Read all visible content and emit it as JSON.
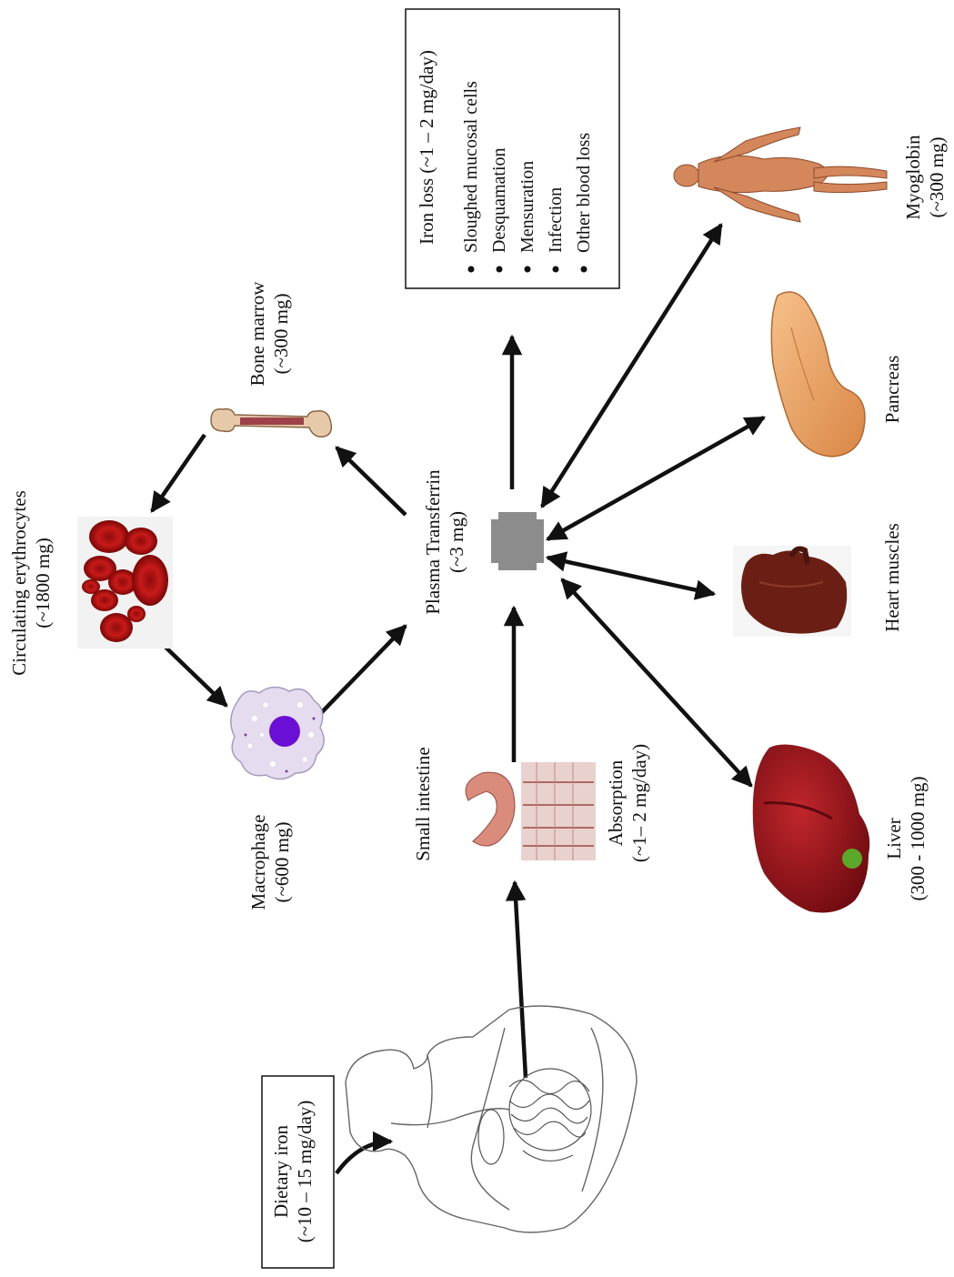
{
  "dietary_iron": {
    "line1": "Dietary iron",
    "line2": "(~10 – 15 mg/day)"
  },
  "small_intestine": {
    "label": "Small intestine"
  },
  "absorption": {
    "line1": "Absorption",
    "line2": "(~1– 2 mg/day)"
  },
  "plasma_transferrin": {
    "line1": "Plasma Transferrin",
    "line2": "(~3 mg)"
  },
  "macrophage": {
    "line1": "Macrophage",
    "line2": "(~600 mg)"
  },
  "erythrocytes": {
    "line1": "Circulating erythrocytes",
    "line2": "(~1800 mg)"
  },
  "bone_marrow": {
    "line1": "Bone marrow",
    "line2": "(~300 mg)"
  },
  "iron_loss": {
    "title": "Iron loss (~1 – 2 mg/day)",
    "items": [
      "Sloughed mucosal cells",
      "Desquamation",
      "Mensuration",
      "Infection",
      "Other blood loss"
    ]
  },
  "liver": {
    "line1": "Liver",
    "line2": "(300 - 1000 mg)"
  },
  "heart": {
    "label": "Heart muscles"
  },
  "pancreas": {
    "label": "Pancreas"
  },
  "myoglobin": {
    "line1": "Myoglobin",
    "line2": "(~300 mg)"
  }
}
